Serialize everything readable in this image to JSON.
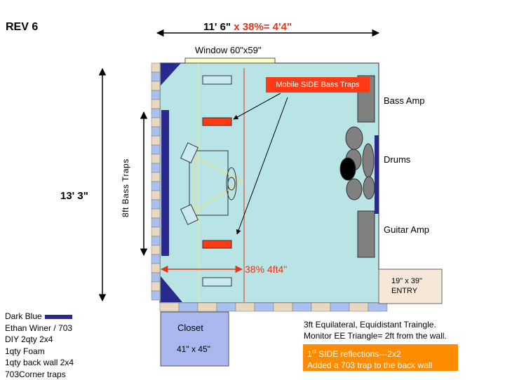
{
  "title": "REV 6",
  "dimensions": {
    "width_base": "11' 6\"",
    "width_calc": "x 38%= 4'4\"",
    "height": "13' 3\""
  },
  "window": {
    "label": "Window 60\"x59\""
  },
  "bass_traps_label": "8ft   Bass  Traps",
  "callout": {
    "label": "Mobile SIDE Bass Traps"
  },
  "equipment": {
    "bass_amp": "Bass Amp",
    "drums": "Drums",
    "guitar_amp": "Guitar Amp"
  },
  "position_label": "38% 4ft4\"",
  "entry": {
    "size": "19\" x 39\"",
    "label": "ENTRY"
  },
  "closet": {
    "label": "Closet",
    "size": "41\" x 45\""
  },
  "legend": {
    "title": "Dark Blue",
    "lines": [
      "Ethan Winer / 703",
      "DIY 2qty 2x4",
      "1qty Foam",
      "1qty back wall 2x4",
      "703Corner traps"
    ]
  },
  "notes": {
    "line1": "3ft Equilateral, Equidistant Traingle.",
    "line2": "Monitor EE Triangle= 2ft from the wall."
  },
  "reflections": {
    "ordinal": "1",
    "ordinal_suffix": "st",
    "text": " SIDE reflections---2x2",
    "line2": "Added a 703 trap to the back wall"
  },
  "colors": {
    "room_fill": "#b8e4e6",
    "trap_blue": "#2a2a8c",
    "accent_red": "#ff3a14",
    "tile_beige": "#e8d8c0",
    "tile_blue": "#a9c0f0",
    "closet_fill": "#aab7ee",
    "amp_gray": "#808080",
    "note_orange": "#ff8c00"
  }
}
